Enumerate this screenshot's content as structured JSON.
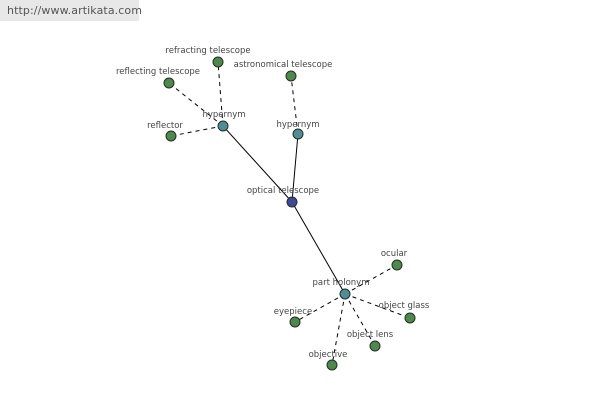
{
  "header": {
    "url": "http://www.artikata.com"
  },
  "colors": {
    "leaf_node": "#4a8a4a",
    "relation_node": "#4a9095",
    "root_node": "#3c4a98"
  },
  "nodes": [
    {
      "id": "optical-telescope",
      "label": "optical telescope",
      "kind": "root"
    },
    {
      "id": "hypernym-1",
      "label": "hypernym",
      "kind": "relation"
    },
    {
      "id": "hypernym-2",
      "label": "hypernym",
      "kind": "relation"
    },
    {
      "id": "part-holonym",
      "label": "part holonym",
      "kind": "relation"
    },
    {
      "id": "refracting-telescope",
      "label": "refracting telescope",
      "kind": "leaf"
    },
    {
      "id": "reflecting-telescope",
      "label": "reflecting telescope",
      "kind": "leaf"
    },
    {
      "id": "reflector",
      "label": "reflector",
      "kind": "leaf"
    },
    {
      "id": "astronomical-telescope",
      "label": "astronomical telescope",
      "kind": "leaf"
    },
    {
      "id": "ocular",
      "label": "ocular",
      "kind": "leaf"
    },
    {
      "id": "eyepiece",
      "label": "eyepiece",
      "kind": "leaf"
    },
    {
      "id": "object-glass",
      "label": "object glass",
      "kind": "leaf"
    },
    {
      "id": "object-lens",
      "label": "object lens",
      "kind": "leaf"
    },
    {
      "id": "objective",
      "label": "objective",
      "kind": "leaf"
    }
  ],
  "edges": [
    {
      "from": "optical-telescope",
      "to": "hypernym-1",
      "style": "solid"
    },
    {
      "from": "optical-telescope",
      "to": "hypernym-2",
      "style": "solid"
    },
    {
      "from": "optical-telescope",
      "to": "part-holonym",
      "style": "solid"
    },
    {
      "from": "hypernym-1",
      "to": "refracting-telescope",
      "style": "dashed"
    },
    {
      "from": "hypernym-1",
      "to": "reflecting-telescope",
      "style": "dashed"
    },
    {
      "from": "hypernym-1",
      "to": "reflector",
      "style": "dashed"
    },
    {
      "from": "hypernym-2",
      "to": "astronomical-telescope",
      "style": "dashed"
    },
    {
      "from": "part-holonym",
      "to": "ocular",
      "style": "dashed"
    },
    {
      "from": "part-holonym",
      "to": "eyepiece",
      "style": "dashed"
    },
    {
      "from": "part-holonym",
      "to": "object-glass",
      "style": "dashed"
    },
    {
      "from": "part-holonym",
      "to": "object-lens",
      "style": "dashed"
    },
    {
      "from": "part-holonym",
      "to": "objective",
      "style": "dashed"
    }
  ]
}
